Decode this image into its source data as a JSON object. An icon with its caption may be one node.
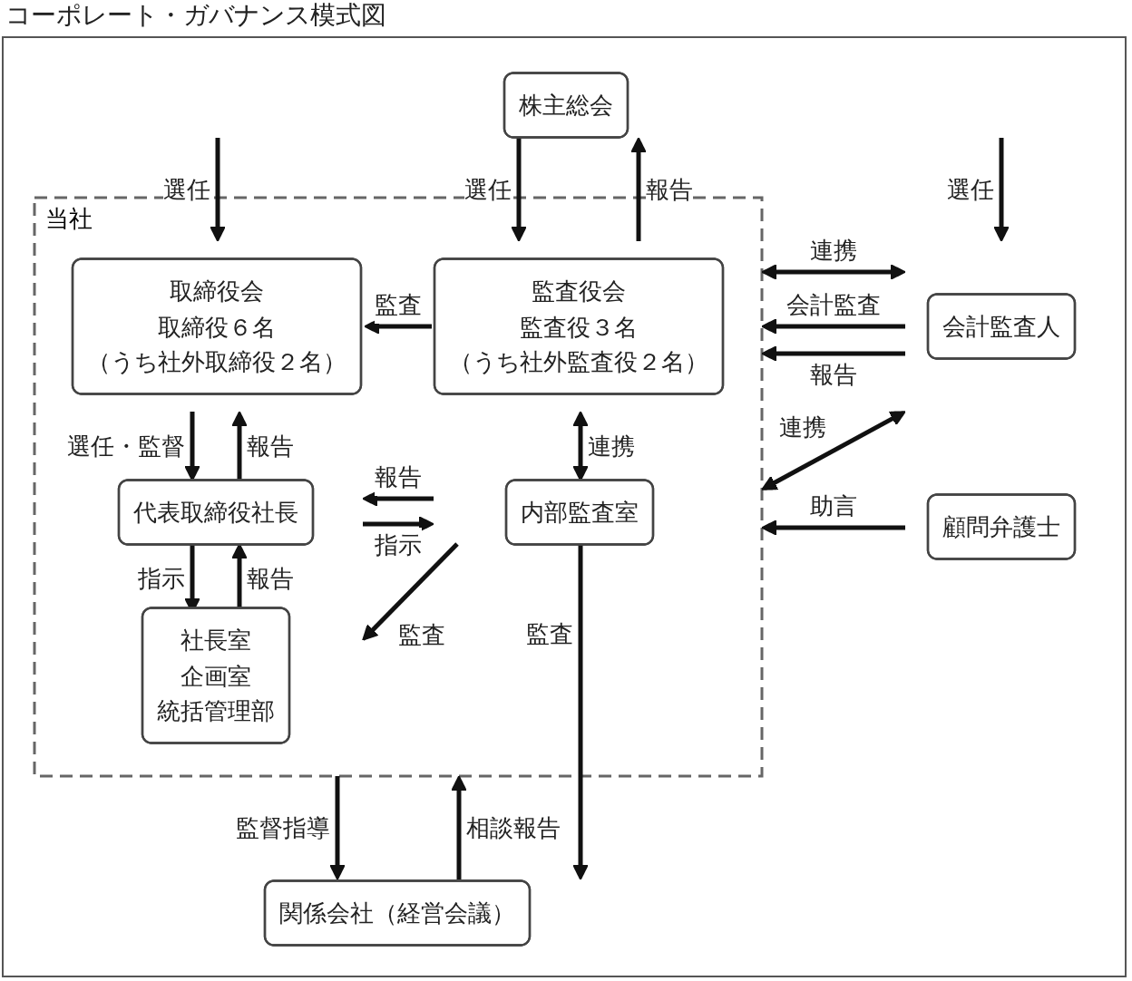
{
  "diagram": {
    "title": "コーポレート・ガバナンス模式図",
    "nodes": [
      {
        "text": [
          "株主総会"
        ]
      },
      {
        "text": [
          "当社"
        ]
      },
      {
        "text": [
          "取締役会",
          "取締役６名",
          "（うち社外取締役２名）"
        ],
        "in": 1
      },
      {
        "text": [
          "監査役会",
          "監査役３名",
          "（うち社外監査役２名）"
        ],
        "in": 1
      },
      {
        "text": [
          "会計監査人"
        ]
      },
      {
        "text": [
          "代表取締役社長"
        ],
        "in": 1
      },
      {
        "text": [
          "内部監査室"
        ],
        "in": 1
      },
      {
        "text": [
          "顧問弁護士"
        ]
      },
      {
        "text": [
          "社長室",
          "企画室",
          "統括管理部"
        ],
        "in": 1
      },
      {
        "text": [
          "関係会社（経営会議）"
        ]
      }
    ],
    "edges": [
      {
        "from": 0,
        "to": 2,
        "arrow": "to",
        "label": "選任"
      },
      {
        "from": 0,
        "to": 3,
        "arrow": "to",
        "label": "選任"
      },
      {
        "from": 3,
        "to": 0,
        "arrow": "to",
        "label": "報告"
      },
      {
        "from": 0,
        "to": 4,
        "arrow": "to",
        "label": "選任"
      },
      {
        "from": 3,
        "to": 2,
        "arrow": "to",
        "label": "監査"
      },
      {
        "from": 1,
        "to": 4,
        "arrow": "both",
        "label": "連携"
      },
      {
        "from": 4,
        "to": 1,
        "arrow": "to",
        "label": "会計監査"
      },
      {
        "from": 4,
        "to": 1,
        "arrow": "to",
        "label": "報告"
      },
      {
        "from": 2,
        "to": 5,
        "arrow": "to",
        "label": "選任・監督"
      },
      {
        "from": 5,
        "to": 2,
        "arrow": "to",
        "label": "報告"
      },
      {
        "from": 3,
        "to": 6,
        "arrow": "both",
        "label": "連携"
      },
      {
        "from": 1,
        "to": 4,
        "arrow": "both",
        "label": "連携"
      },
      {
        "from": 6,
        "to": 5,
        "arrow": "to",
        "label": "報告"
      },
      {
        "from": 5,
        "to": 6,
        "arrow": "to",
        "label": "指示"
      },
      {
        "from": 7,
        "to": 1,
        "arrow": "to",
        "label": "助言"
      },
      {
        "from": 5,
        "to": 8,
        "arrow": "to",
        "label": "指示"
      },
      {
        "from": 8,
        "to": 5,
        "arrow": "to",
        "label": "報告"
      },
      {
        "from": 6,
        "to": 8,
        "arrow": "to",
        "label": "監査"
      },
      {
        "from": 6,
        "to": 9,
        "arrow": "to",
        "label": "監査"
      },
      {
        "from": 1,
        "to": 9,
        "arrow": "to",
        "label": "監督指導"
      },
      {
        "from": 9,
        "to": 1,
        "arrow": "to",
        "label": "相談報告"
      }
    ]
  }
}
